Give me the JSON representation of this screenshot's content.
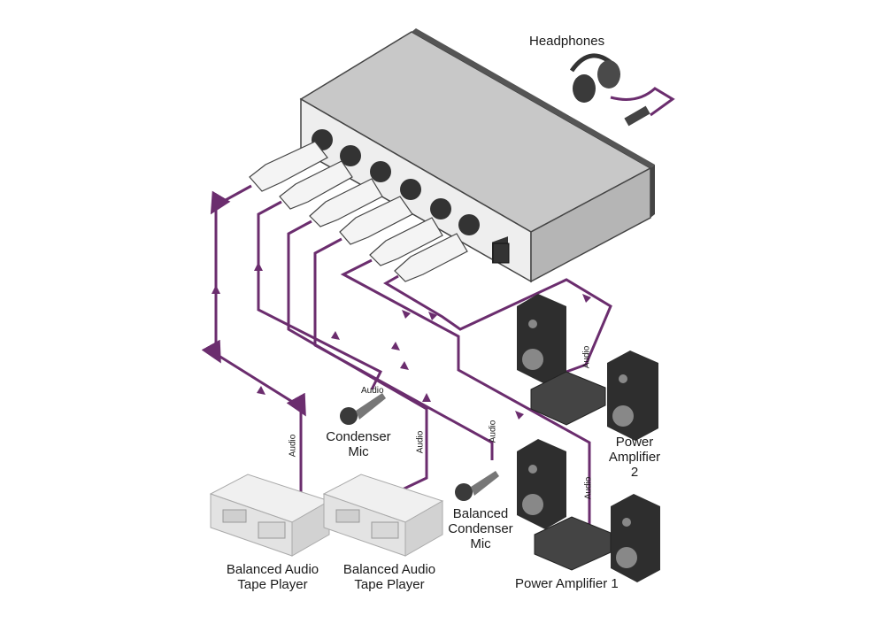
{
  "labels": {
    "headphones": "Headphones",
    "condenser_mic": [
      "Condenser",
      "Mic"
    ],
    "balanced_condenser_mic": [
      "Balanced",
      "Condenser",
      "Mic"
    ],
    "tape_player_1": [
      "Balanced Audio",
      "Tape Player"
    ],
    "tape_player_2": [
      "Balanced Audio",
      "Tape Player"
    ],
    "power_amp_1": "Power Amplifier 1",
    "power_amp_2": [
      "Power",
      "Amplifier",
      "2"
    ],
    "audio": "Audio"
  },
  "colors": {
    "cable": "#6b2d6e",
    "device_body": "#d9d9d9",
    "device_front": "#f2f2f2",
    "device_dark": "#3a3a3a",
    "speaker": "#2e2e2e",
    "tape_player": "#e8e8e8"
  }
}
